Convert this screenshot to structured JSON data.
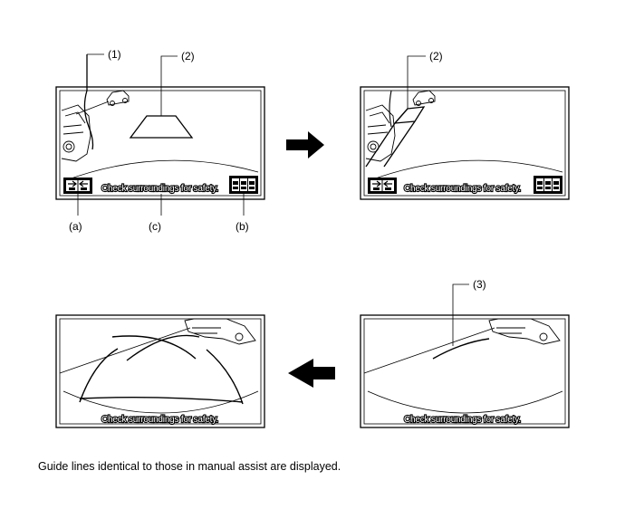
{
  "screen_message": "Check surroundings for safety.",
  "callouts": {
    "one": "(1)",
    "two": "(2)",
    "three": "(3)",
    "a": "(a)",
    "b": "(b)",
    "c": "(c)"
  },
  "caption": "Guide lines identical to those in manual assist are displayed.",
  "icons": {
    "mode_switch": "mode-switch-icon",
    "parking_select": "parking-select-icon",
    "arrow_right": "arrow-right-icon",
    "arrow_left": "arrow-left-icon"
  }
}
